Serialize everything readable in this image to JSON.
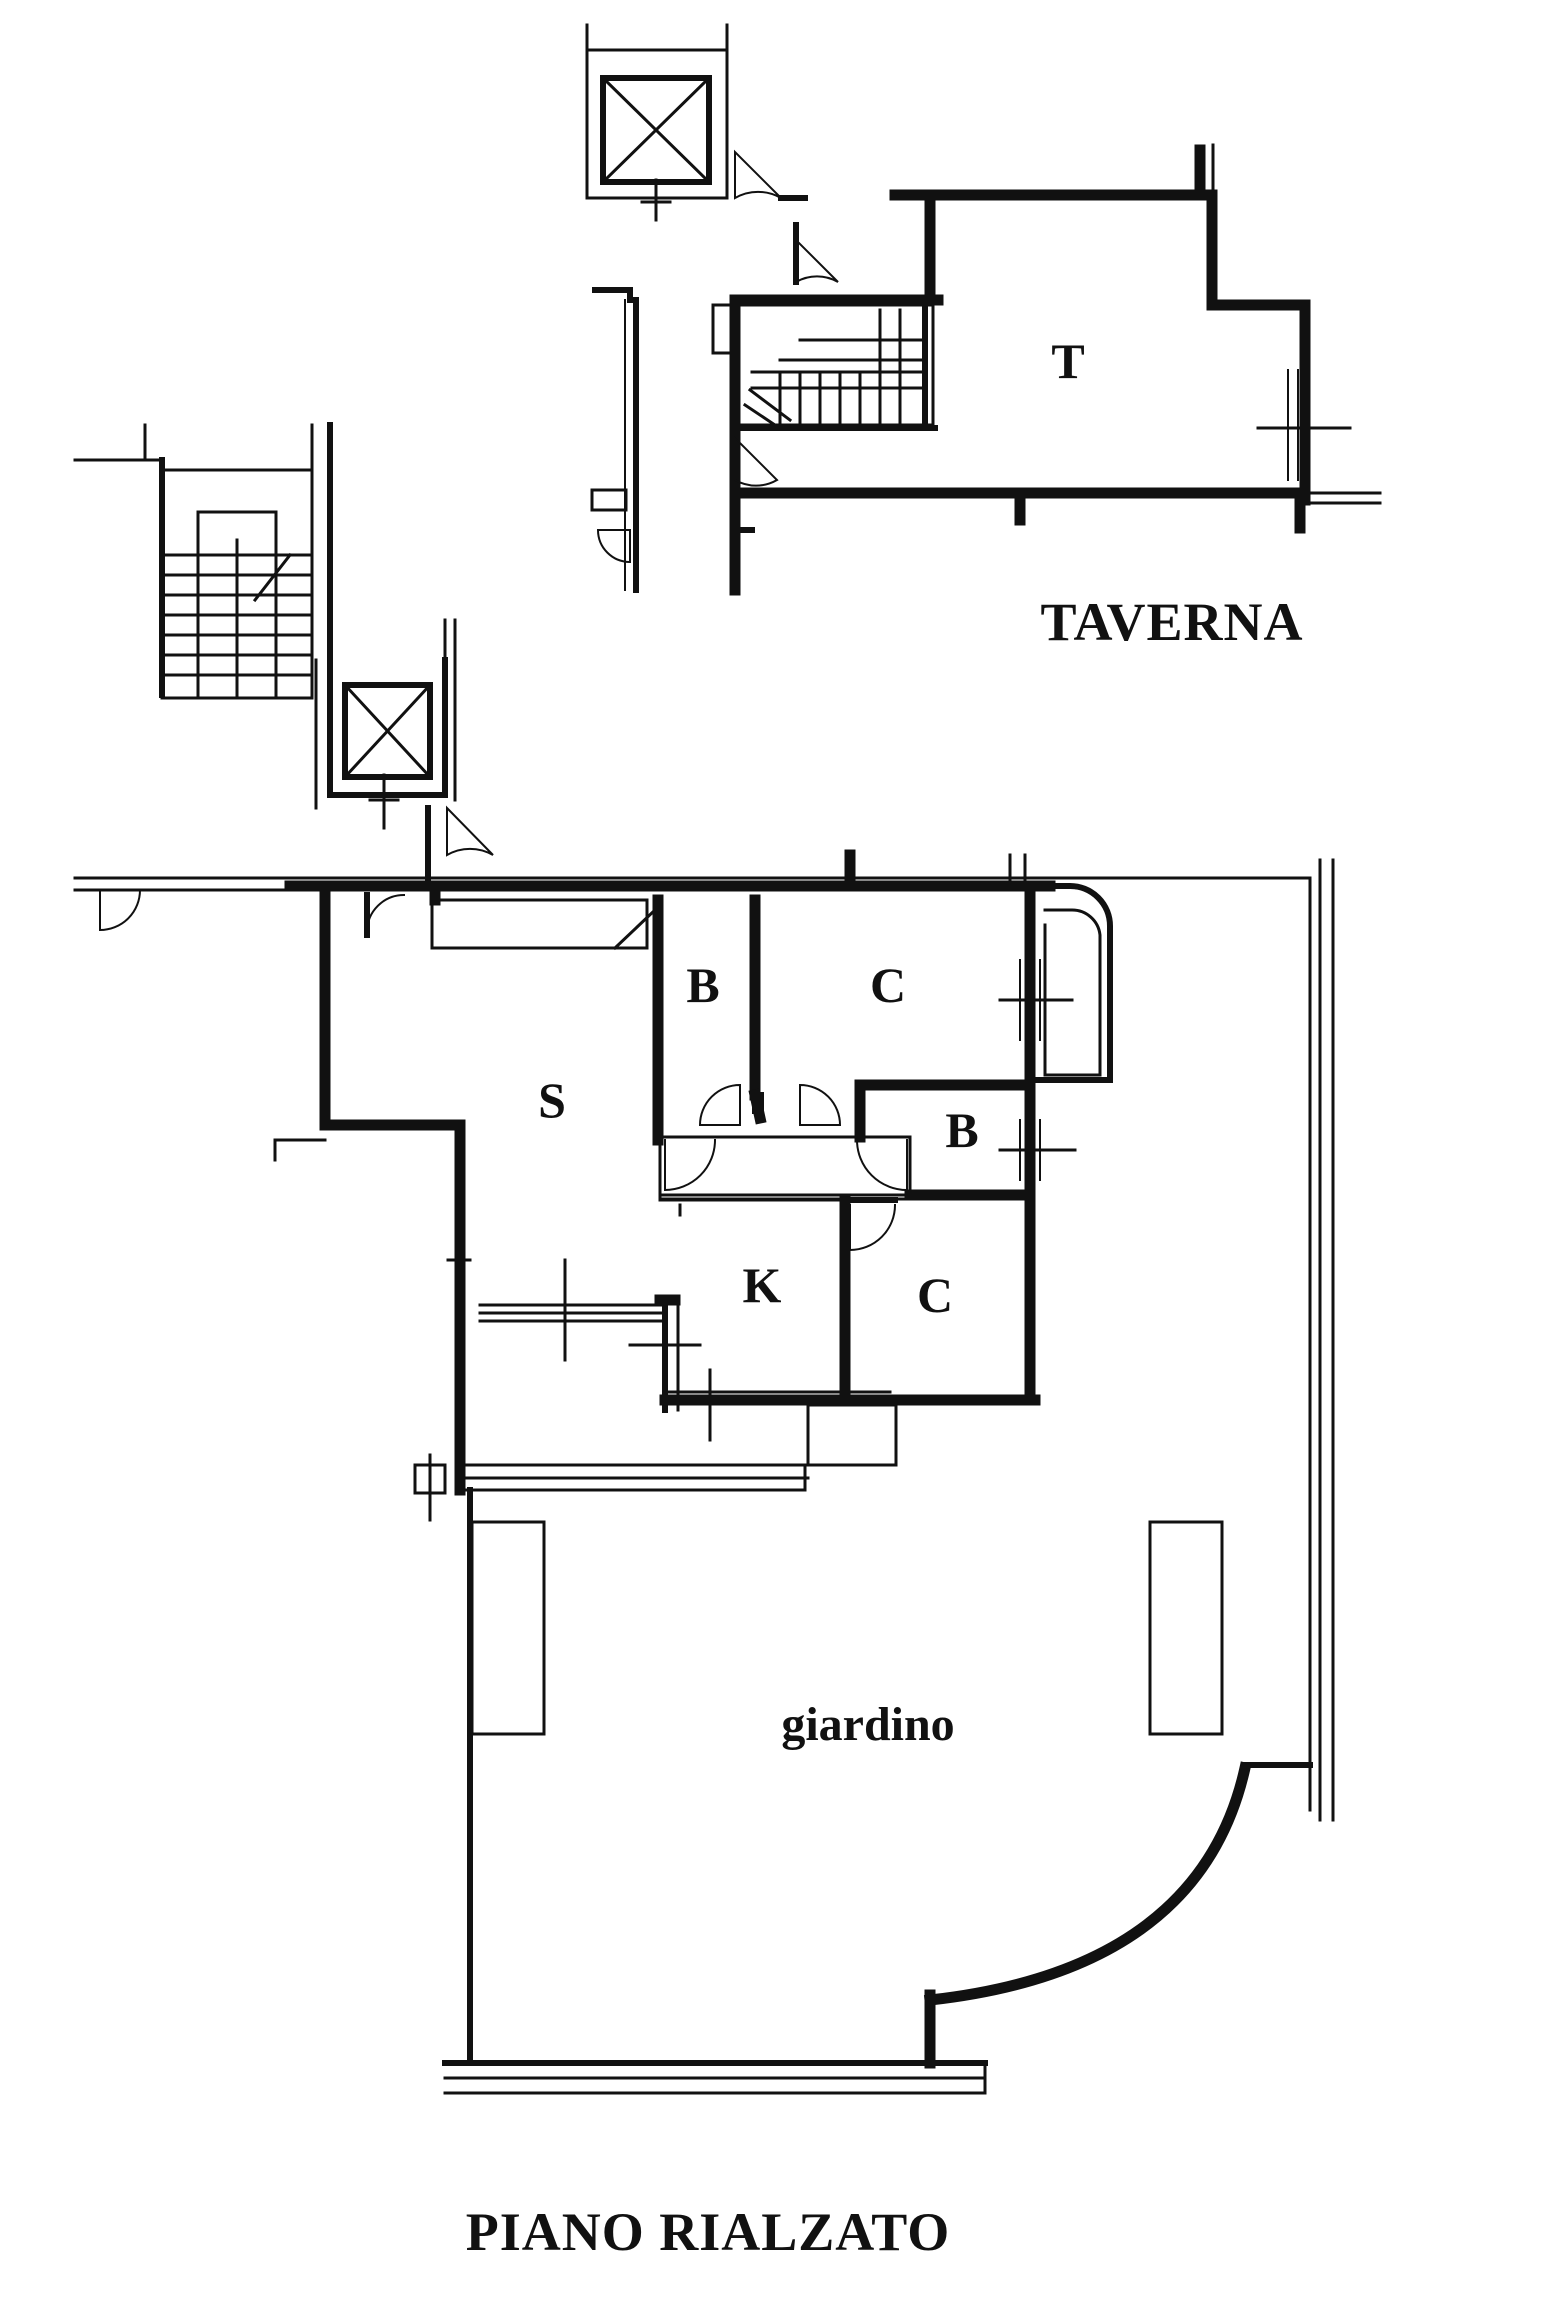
{
  "labels": {
    "taverna_room": "T",
    "taverna_title": "TAVERNA",
    "soggiorno": "S",
    "bagno_1": "B",
    "camera_1": "C",
    "bagno_2": "B",
    "cucina": "K",
    "camera_2": "C",
    "giardino": "giardino",
    "piano_title": "PIANO RIALZATO"
  }
}
